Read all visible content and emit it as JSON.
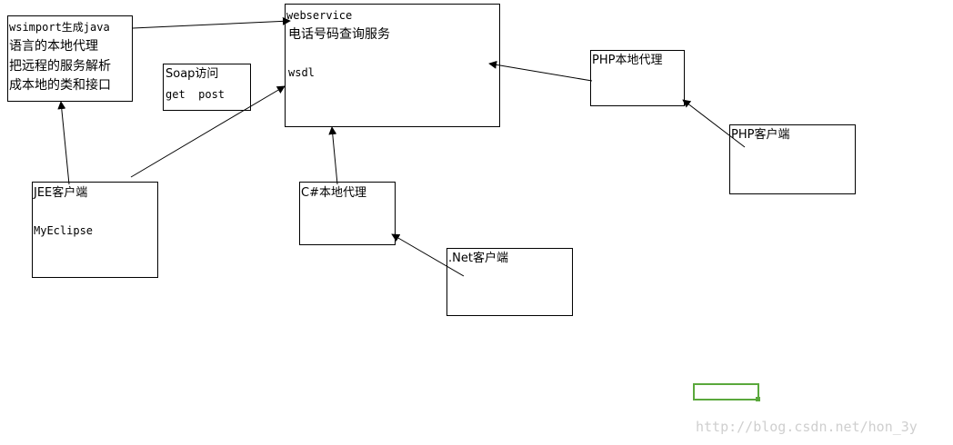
{
  "wsimport_box": {
    "line1": "wsimport生成java",
    "line2": "语言的本地代理",
    "line3": "把远程的服务解析",
    "line4": "成本地的类和接口"
  },
  "soap_box": {
    "line1": "Soap访问",
    "line2": "get  post"
  },
  "webservice_box": {
    "line1": "webservice",
    "line2": "电话号码查询服务",
    "line3": "wsdl"
  },
  "php_proxy_box": {
    "label": "PHP本地代理"
  },
  "php_client_box": {
    "label": "PHP客户端"
  },
  "jee_client_box": {
    "line1": "JEE客户端",
    "line2": "MyEclipse"
  },
  "csharp_proxy_box": {
    "label": "C#本地代理"
  },
  "net_client_box": {
    "label": ".Net客户端"
  },
  "watermark": "http://blog.csdn.net/hon_3y",
  "colors": {
    "line": "#000000",
    "selection": "#5aa83c",
    "watermark": "#cfcfcf"
  }
}
